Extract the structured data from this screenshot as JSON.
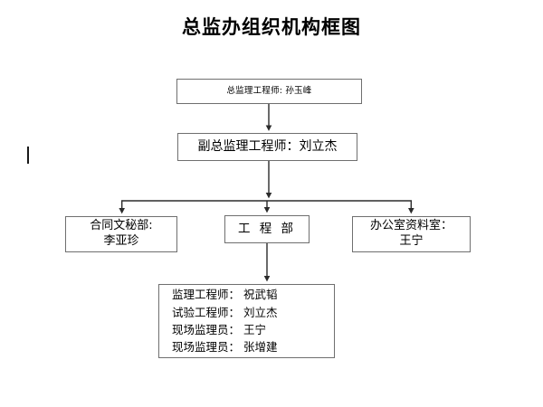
{
  "title": "总监办组织机构框图",
  "diagram": {
    "type": "organization-chart",
    "orientation": "top-down",
    "connector_color": "#2b2b2b",
    "box_border_color": "#6f6f6f",
    "background": "#ffffff",
    "nodes": {
      "director": {
        "id": "director",
        "text": "总监理工程师: 孙玉峰",
        "role": "总监理工程师",
        "person": "孙玉峰",
        "level": 1
      },
      "deputy": {
        "id": "deputy",
        "text": "副总监理工程师：刘立杰",
        "role": "副总监理工程师",
        "person": "刘立杰",
        "level": 2
      },
      "contract": {
        "id": "contract",
        "line1": "合同文秘部:",
        "line2": "李亚珍",
        "role": "合同文秘部",
        "person": "李亚珍",
        "level": 3
      },
      "engineering": {
        "id": "engineering",
        "text": "工 程 部",
        "role": "工程部",
        "level": 3
      },
      "office": {
        "id": "office",
        "line1": "办公室资料室：",
        "line2": "王宁",
        "role": "办公室资料室",
        "person": "王宁",
        "level": 3
      },
      "staff": {
        "id": "staff",
        "level": 4,
        "rows": [
          {
            "role": "监理工程师：",
            "person": "祝武韬",
            "text": "监理工程师： 祝武韬"
          },
          {
            "role": "试验工程师：",
            "person": "刘立杰",
            "text": "试验工程师： 刘立杰"
          },
          {
            "role": "现场监理员：",
            "person": "王宁",
            "text": "现场监理员： 王宁"
          },
          {
            "role": "现场监理员：",
            "person": "张增建",
            "text": "现场监理员： 张增建"
          }
        ]
      }
    },
    "edges": [
      {
        "from": "director",
        "to": "deputy",
        "style": "arrow-down"
      },
      {
        "from": "deputy",
        "to": "contract",
        "style": "elbow-arrow"
      },
      {
        "from": "deputy",
        "to": "engineering",
        "style": "elbow-arrow"
      },
      {
        "from": "deputy",
        "to": "office",
        "style": "elbow-arrow"
      },
      {
        "from": "engineering",
        "to": "staff",
        "style": "arrow-down"
      }
    ]
  }
}
